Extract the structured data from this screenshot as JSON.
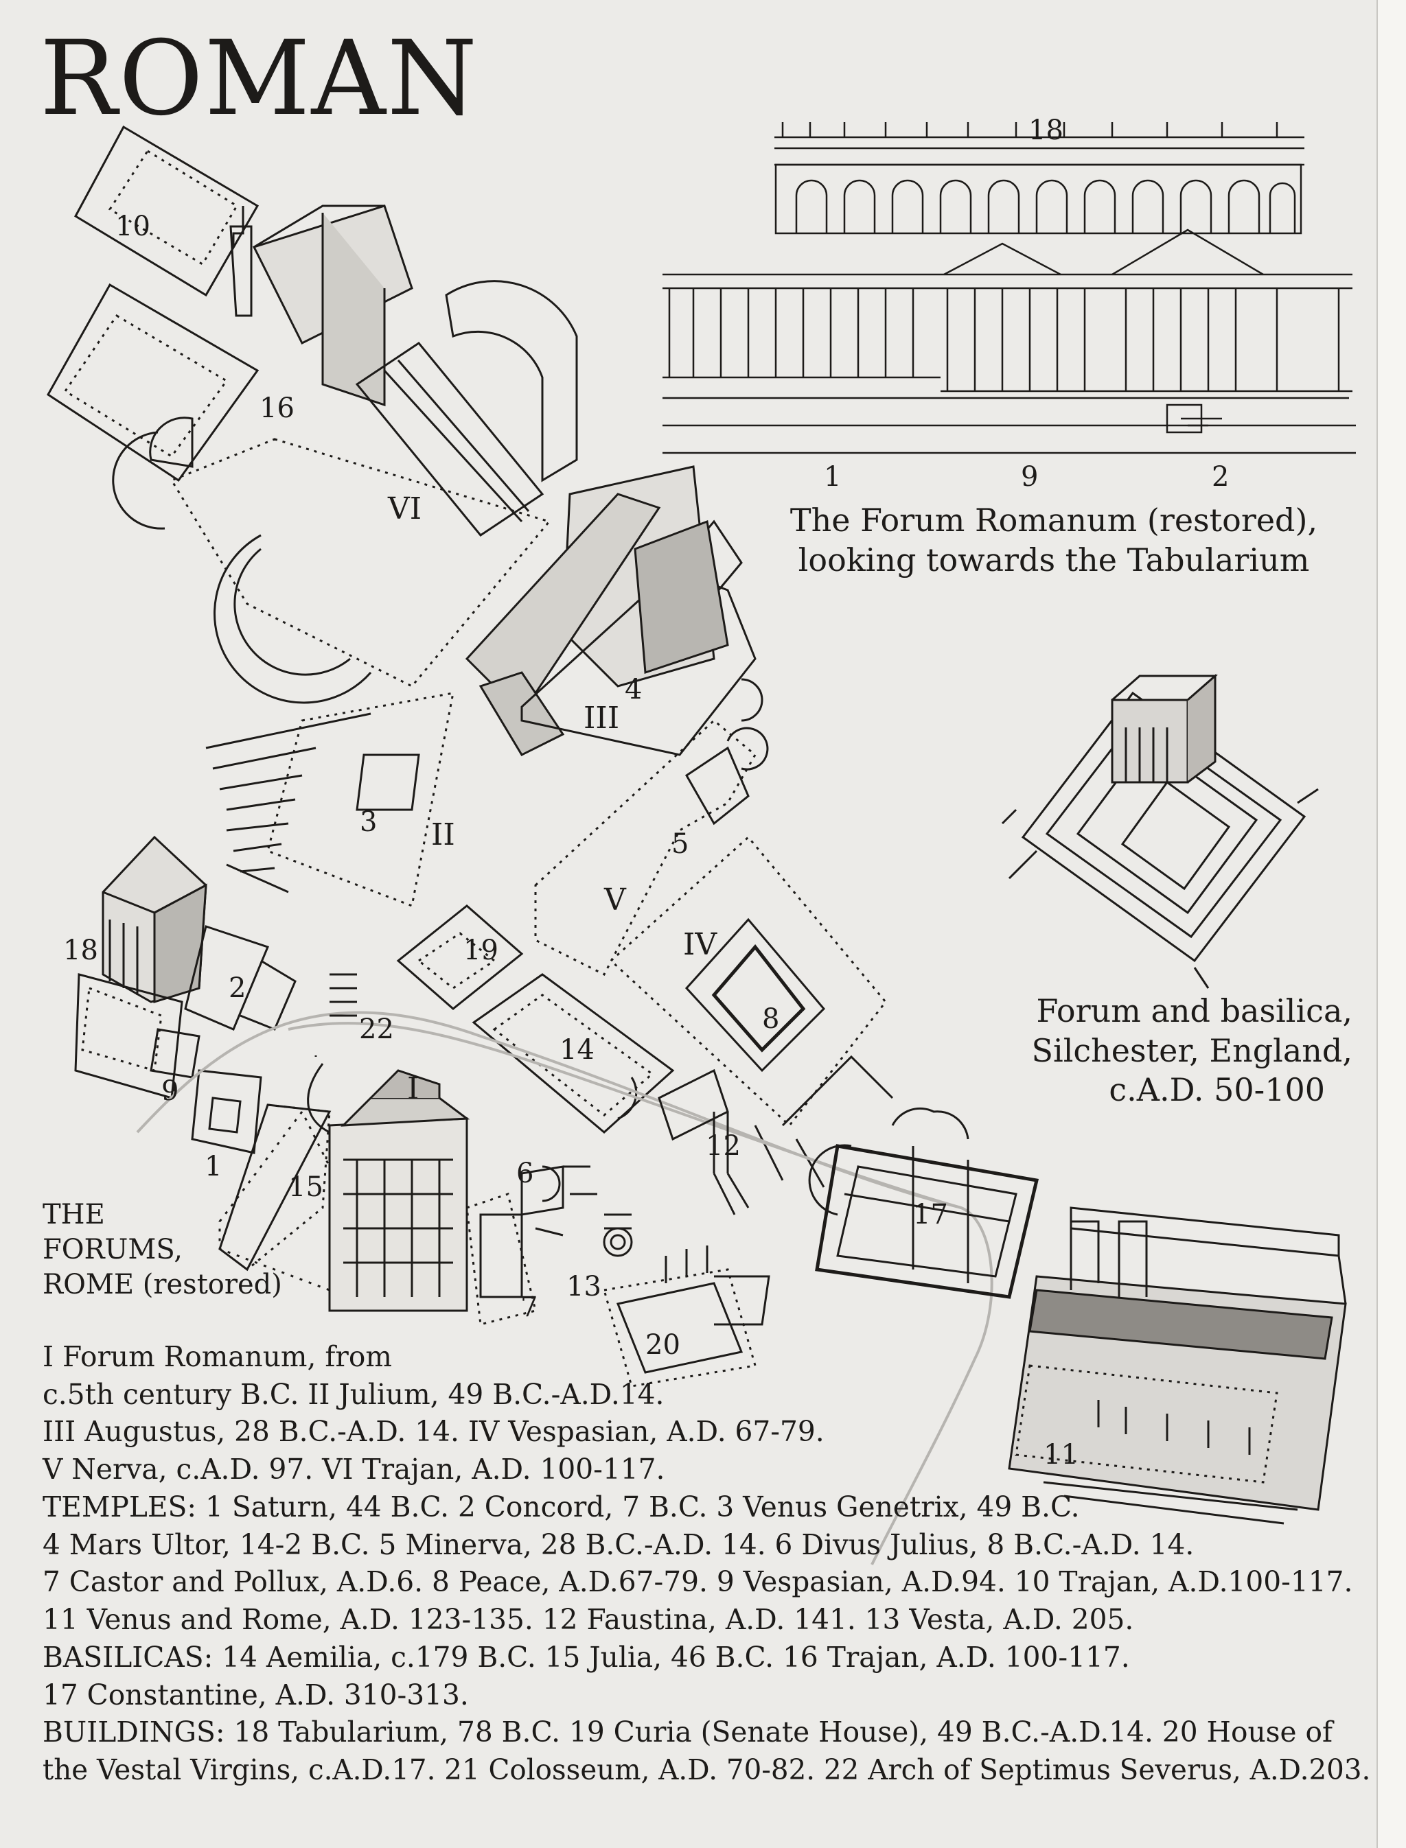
{
  "title": "ROMAN",
  "tabularium": {
    "numbers": {
      "top": "18",
      "left": "1",
      "middle": "9",
      "right": "2"
    },
    "caption_line1": "The Forum Romanum (restored),",
    "caption_line2": "looking towards the Tabularium"
  },
  "silchester": {
    "caption_line1": "Forum and basilica,",
    "caption_line2": "Silchester, England,",
    "caption_line3": "c.A.D. 50-100"
  },
  "plan": {
    "forums": [
      "I",
      "II",
      "III",
      "IV",
      "V",
      "VI"
    ],
    "buildings": [
      "1",
      "2",
      "3",
      "4",
      "5",
      "6",
      "7",
      "8",
      "9",
      "10",
      "11",
      "12",
      "13",
      "14",
      "15",
      "16",
      "17",
      "18",
      "19",
      "20",
      "22"
    ]
  },
  "legend_title": [
    "THE",
    "FORUMS,",
    "ROME (restored)"
  ],
  "legend_lines": [
    "I Forum Romanum, from",
    "c.5th century B.C. II Julium, 49 B.C.-A.D.14.",
    "III Augustus, 28 B.C.-A.D. 14.  IV Vespasian,           A.D. 67-79.",
    "V Nerva, c.A.D. 97.  VI Trajan, A.D. 100-117.",
    "TEMPLES: 1 Saturn, 44 B.C.  2 Concord, 7 B.C. 3 Venus Genetrix, 49 B.C.",
    "4 Mars Ultor, 14-2 B.C.  5 Minerva, 28 B.C.-A.D. 14.  6 Divus Julius, 8 B.C.-A.D. 14.",
    "7 Castor and Pollux, A.D.6.  8 Peace, A.D.67-79.  9 Vespasian, A.D.94.  10 Trajan, A.D.100-117.",
    "11 Venus and Rome, A.D. 123-135.  12 Faustina, A.D. 141.  13 Vesta, A.D. 205.",
    "BASILICAS: 14 Aemilia, c.179 B.C.  15 Julia, 46 B.C.  16 Trajan, A.D. 100-117.",
    "17 Constantine, A.D. 310-313.",
    "BUILDINGS: 18 Tabularium, 78 B.C. 19 Curia (Senate House), 49 B.C.-A.D.14. 20 House of",
    "the Vestal Virgins, c.A.D.17. 21 Colosseum, A.D. 70-82. 22 Arch of Septimus Severus, A.D.203."
  ]
}
